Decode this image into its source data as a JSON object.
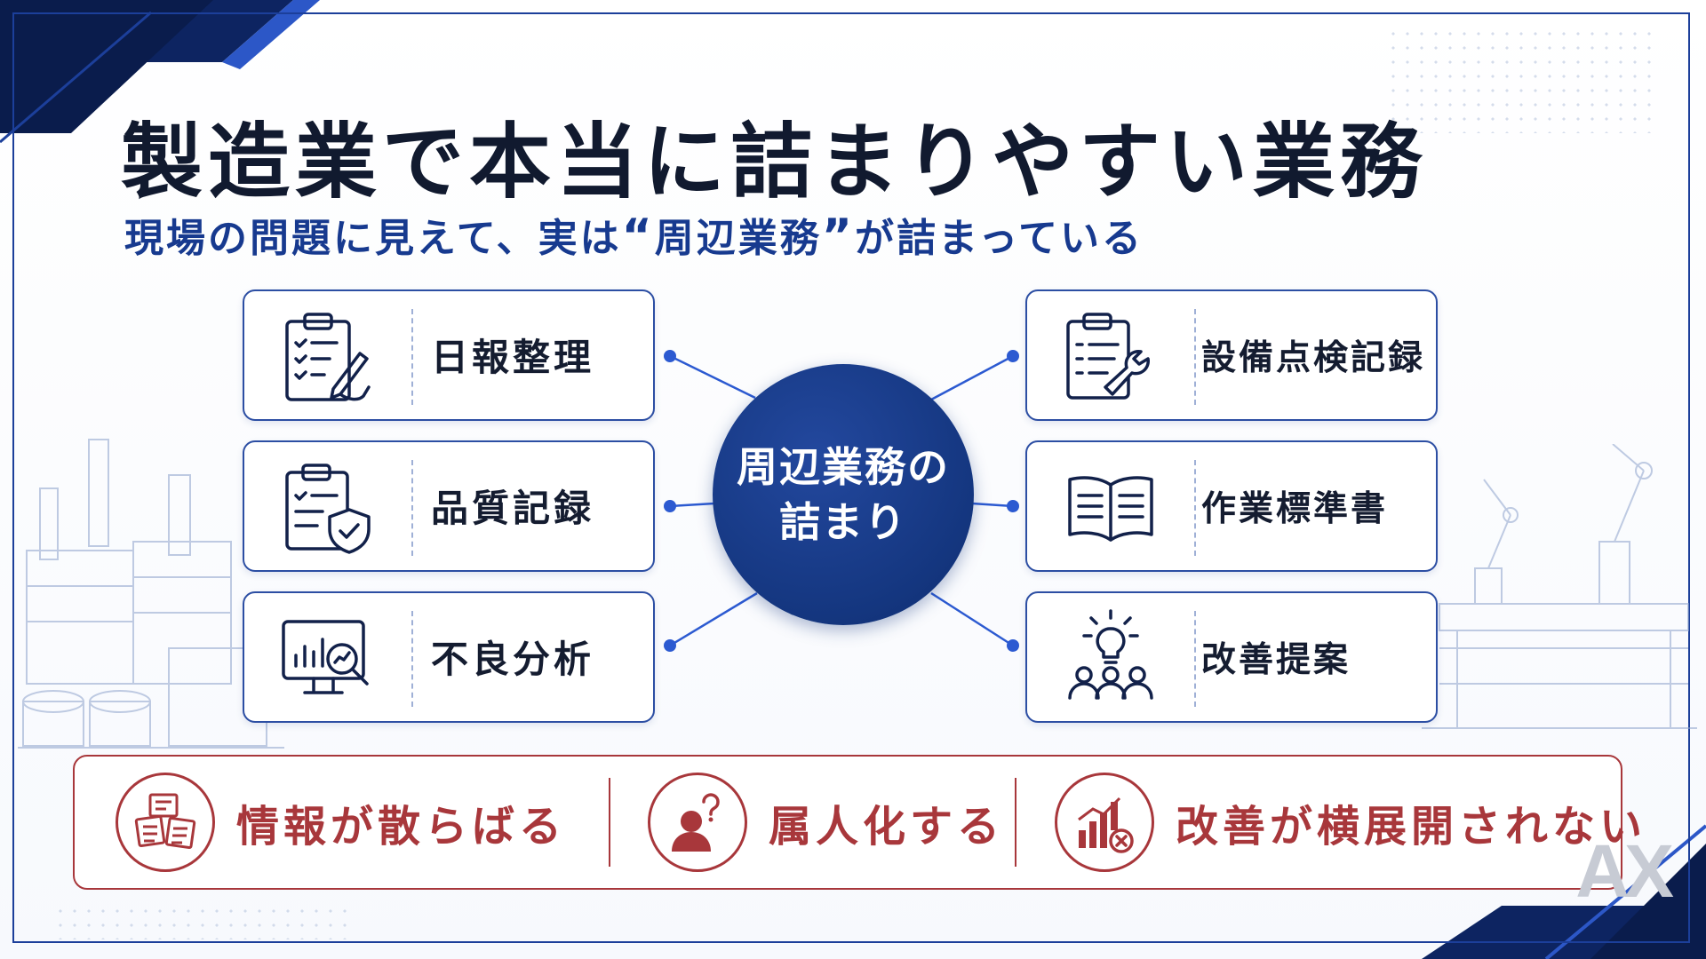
{
  "title": "製造業で本当に詰まりやすい業務",
  "subtitle": {
    "before": "現場の問題に見えて、実は",
    "open_quote": "“",
    "emphasis": "周辺業務",
    "close_quote": "”",
    "after": "が詰まっている"
  },
  "hub": {
    "line1": "周辺業務の",
    "line2": "詰まり"
  },
  "left_cards": [
    {
      "label": "日報整理",
      "icon": "clipboard-pen-icon"
    },
    {
      "label": "品質記録",
      "icon": "clipboard-shield-icon"
    },
    {
      "label": "不良分析",
      "icon": "monitor-chart-search-icon"
    }
  ],
  "right_cards": [
    {
      "label": "設備点検記録",
      "icon": "clipboard-wrench-icon"
    },
    {
      "label": "作業標準書",
      "icon": "open-book-icon"
    },
    {
      "label": "改善提案",
      "icon": "lightbulb-team-icon"
    }
  ],
  "issues": [
    {
      "label": "情報が散らばる",
      "icon": "scattered-documents-icon"
    },
    {
      "label": "属人化する",
      "icon": "person-question-icon"
    },
    {
      "label": "改善が横展開されない",
      "icon": "chart-blocked-icon"
    }
  ],
  "logo_text": "AX",
  "colors": {
    "navy": "#14367f",
    "accent_blue": "#2c4ea3",
    "alert_red": "#a8373b"
  }
}
